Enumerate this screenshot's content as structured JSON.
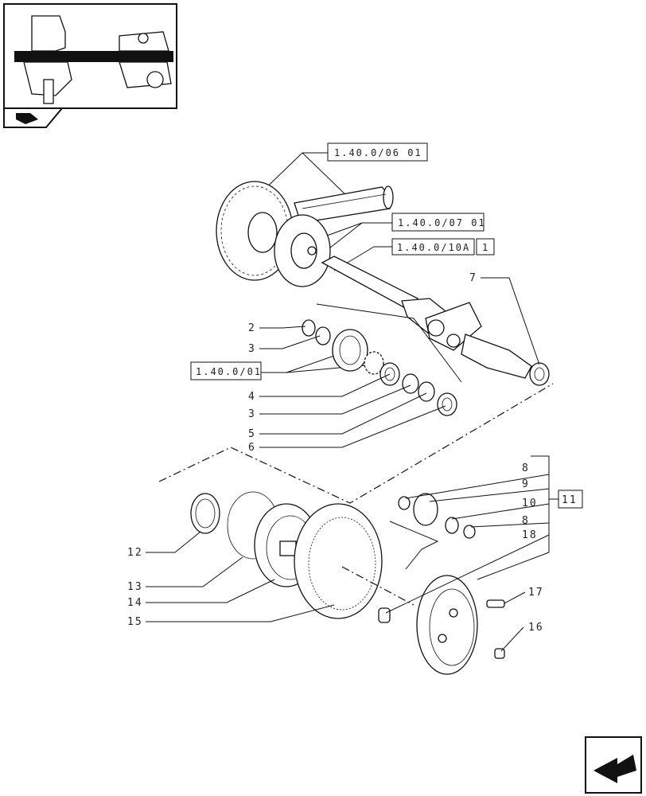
{
  "references": {
    "ref_differential": "1.40.0/06 01",
    "ref_carrier": "1.40.0/07 01",
    "ref_shaft": "1.40.0/10A",
    "ref_shaft_qty": "1",
    "ref_bearing": "1.40.0/01"
  },
  "callouts": {
    "c2": "2",
    "c3a": "3",
    "c4": "4",
    "c3b": "3",
    "c5": "5",
    "c6": "6",
    "c7": "7",
    "c8a": "8",
    "c9": "9",
    "c10": "10",
    "c8b": "8",
    "c18": "18",
    "c11": "11",
    "c12": "12",
    "c13": "13",
    "c14": "14",
    "c15": "15",
    "c16": "16",
    "c17": "17"
  },
  "icons": {
    "thumbnail": "axle-assembly-thumbnail",
    "book": "book-icon",
    "next": "next-page-arrow-icon"
  }
}
